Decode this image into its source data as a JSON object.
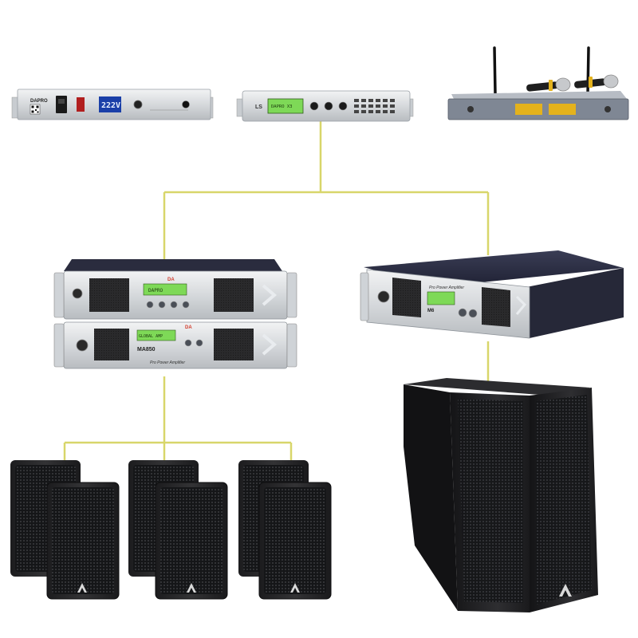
{
  "colors": {
    "wire": "#d8d66a",
    "rack_silver": "#d9dcdf",
    "rack_dark": "#1e2026",
    "lcd_green": "#7ed957",
    "lcd_blue": "#3b6fd8",
    "brand_red": "#d23b2b",
    "mic_gold": "#e4b21c",
    "speaker_black": "#2b2b2d"
  },
  "devices": {
    "power_sequencer": {
      "brand": "DAPRO",
      "display": "222V",
      "icons": [
        "qr-code-icon",
        "power-socket-icon",
        "power-button-icon"
      ]
    },
    "karaoke_processor": {
      "brand": "LS",
      "display": "DAPRO X3"
    },
    "wireless_mic": {
      "icons": [
        "microphone-icon",
        "microphone-icon",
        "antenna-icon"
      ]
    },
    "amp_left_top": {
      "brand": "DA",
      "display": "DAPRO"
    },
    "amp_left_bottom": {
      "brand": "DA",
      "model": "MA850",
      "display": "GLOBAL AMP",
      "subtitle": "Pro Power Amplifier"
    },
    "amp_right": {
      "model": "M6",
      "subtitle": "Pro Power Amplifier"
    },
    "subwoofer": {
      "icons": [
        "brand-logo-icon"
      ]
    },
    "satellite_speakers": {
      "count": 6,
      "icons": [
        "brand-logo-icon"
      ]
    }
  }
}
